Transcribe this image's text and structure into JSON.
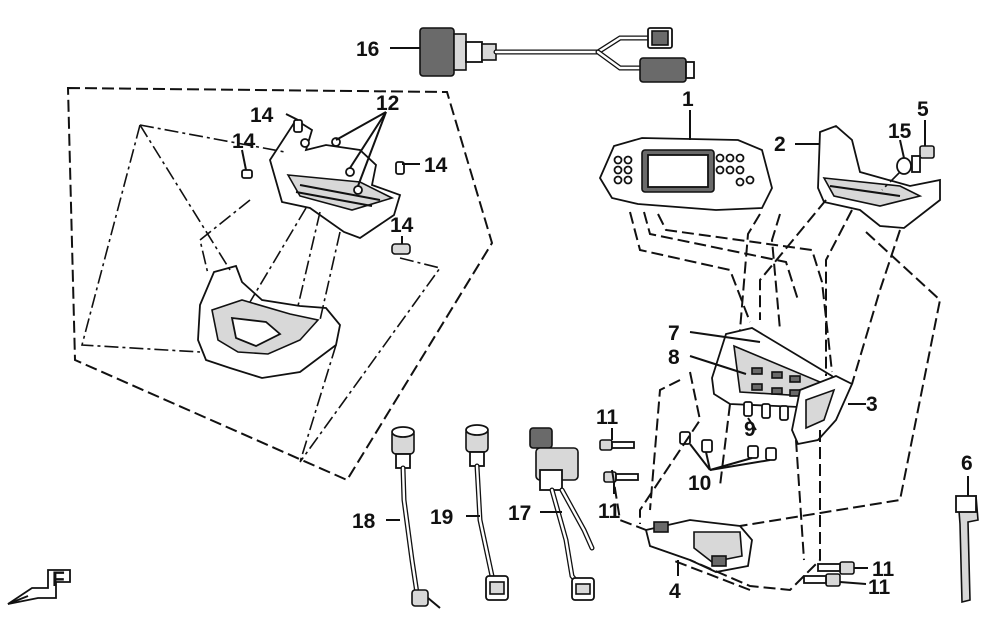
{
  "diagram": {
    "labels": {
      "p1": "1",
      "p2": "2",
      "p3": "3",
      "p4": "4",
      "p5": "5",
      "p6": "6",
      "p7": "7",
      "p8": "8",
      "p9": "9",
      "p10": "10",
      "p11a": "11",
      "p11b": "11",
      "p11c": "11",
      "p11d": "11",
      "p12": "12",
      "p14a": "14",
      "p14b": "14",
      "p14c": "14",
      "p14d": "14",
      "p15": "15",
      "p16": "16",
      "p17": "17",
      "p18": "18",
      "p19": "19"
    },
    "front_mark": "F"
  }
}
